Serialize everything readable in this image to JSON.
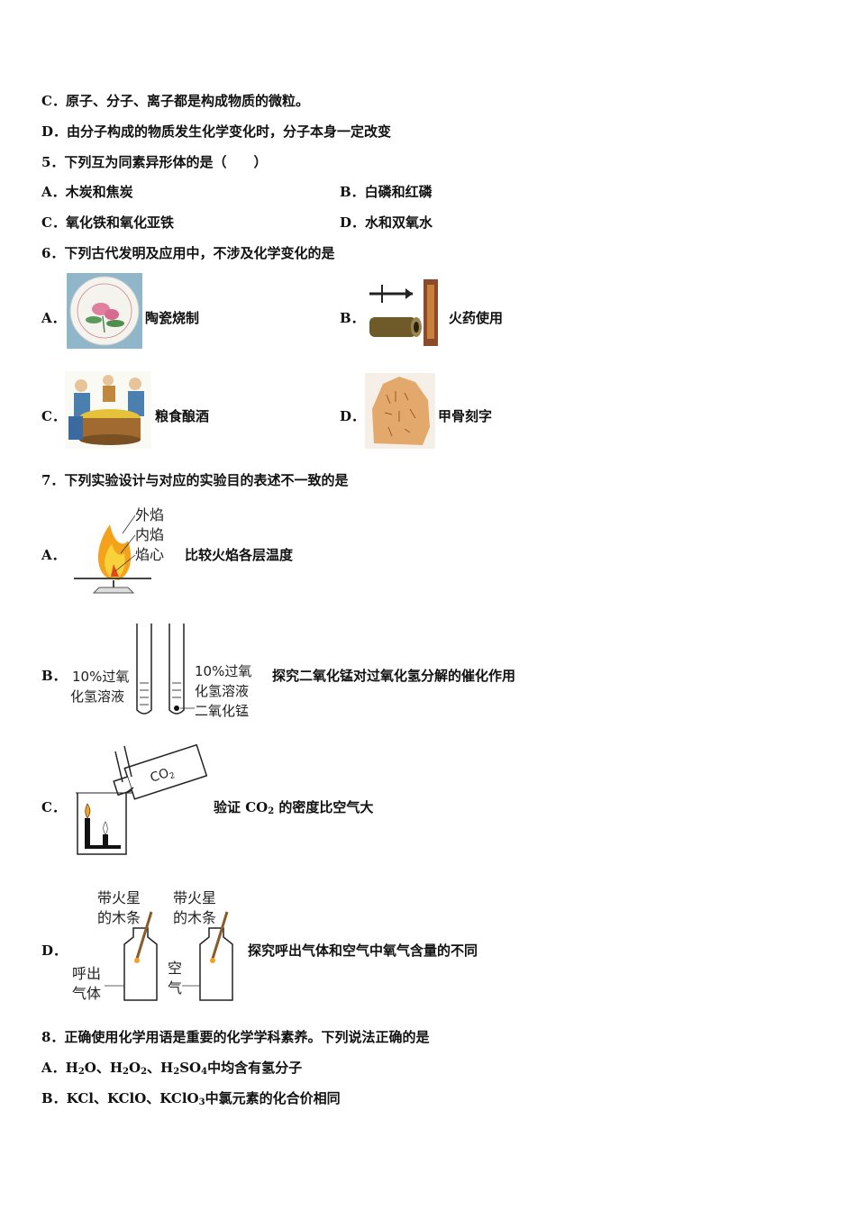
{
  "lines": {
    "c_prev": "C．原子、分子、离子都是构成物质的微粒。",
    "d_prev": "D．由分子构成的物质发生化学变化时，分子本身一定改变",
    "q5": "5．下列互为同素异形体的是（　　）",
    "q5a": "A．木炭和焦炭",
    "q5b": "B．白磷和红磷",
    "q5c": "C．氧化铁和氧化亚铁",
    "q5d": "D．水和双氧水",
    "q6": "6．下列古代发明及应用中，不涉及化学变化的是",
    "q7": "7．下列实验设计与对应的实验目的表述不一致的是",
    "q8": "8．正确使用化学用语是重要的化学学科素养。下列说法正确的是"
  },
  "q6_options": {
    "a_letter": "A．",
    "a_caption": "陶瓷烧制",
    "b_letter": "B．",
    "b_caption": "火药使用",
    "c_letter": "C．",
    "c_caption": "粮食酿酒",
    "d_letter": "D．",
    "d_caption": "甲骨刻字"
  },
  "q7_options": {
    "a_letter": "A．",
    "a_caption": "比较火焰各层温度",
    "a_labels": {
      "outer": "外焰",
      "inner": "内焰",
      "core": "焰心"
    },
    "b_letter": "B．",
    "b_caption": "探究二氧化锰对过氧化氢分解的催化作用",
    "b_labels": {
      "left_1": "10%过氧",
      "left_2": "化氢溶液",
      "right_1": "10%过氧",
      "right_2": "化氢溶液",
      "right_3": "二氧化锰"
    },
    "c_letter": "C．",
    "c_caption_pre": "验证 CO",
    "c_caption_sub": "2",
    "c_caption_post": " 的密度比空气大",
    "c_labels": {
      "gas": "CO",
      "gas_sub": "2"
    },
    "d_letter": "D．",
    "d_caption": "探究呼出气体和空气中氧气含量的不同",
    "d_labels": {
      "left_top_1": "带火星",
      "left_top_2": "的木条",
      "right_top_1": "带火星",
      "right_top_2": "的木条",
      "left_bottle_1": "呼出",
      "left_bottle_2": "气体",
      "right_bottle_1": "空",
      "right_bottle_2": "气"
    }
  },
  "q8_options": {
    "a": {
      "pre": "A．H",
      "s1": "2",
      "t1": "O、H",
      "s2": "2",
      "t2": "O",
      "s3": "2",
      "t3": "、H",
      "s4": "2",
      "t4": "SO",
      "s5": "4",
      "t5": "中均含有氢分子"
    },
    "b": {
      "pre": "B．KCl、KClO、KClO",
      "s1": "3",
      "t1": "中氯元素的化合价相同"
    }
  },
  "colors": {
    "flame_outer": "#f4a21c",
    "flame_inner": "#f7d23a",
    "flame_core": "#e04a1b",
    "porcelain_bg": "#8fb6c9",
    "oracle_bone": "#e3a86b"
  }
}
